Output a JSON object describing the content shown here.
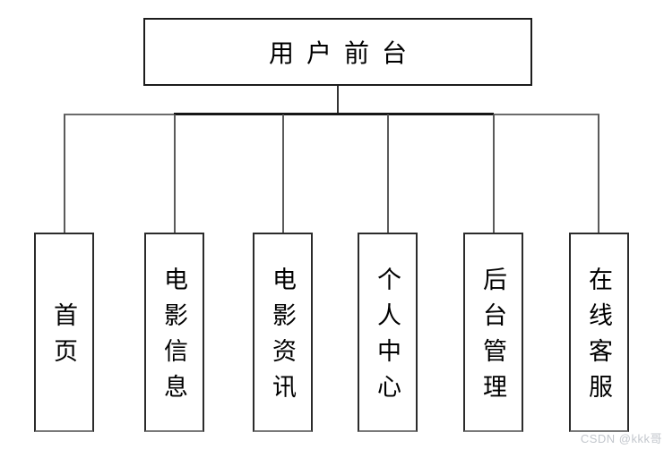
{
  "diagram": {
    "root": {
      "label": "用户前台"
    },
    "children": [
      {
        "label": "首页"
      },
      {
        "label": "电影信息"
      },
      {
        "label": "电影资讯"
      },
      {
        "label": "个人中心"
      },
      {
        "label": "后台管理"
      },
      {
        "label": "在线客服"
      }
    ]
  },
  "watermark": {
    "text": "CSDN @kkk哥"
  },
  "colors": {
    "background": "#ffffff",
    "box_border": "#2b2b2b",
    "connector": "#5a5a5a",
    "connector_dark": "#161616",
    "text": "#000000",
    "watermark": "#c3c7cd"
  }
}
